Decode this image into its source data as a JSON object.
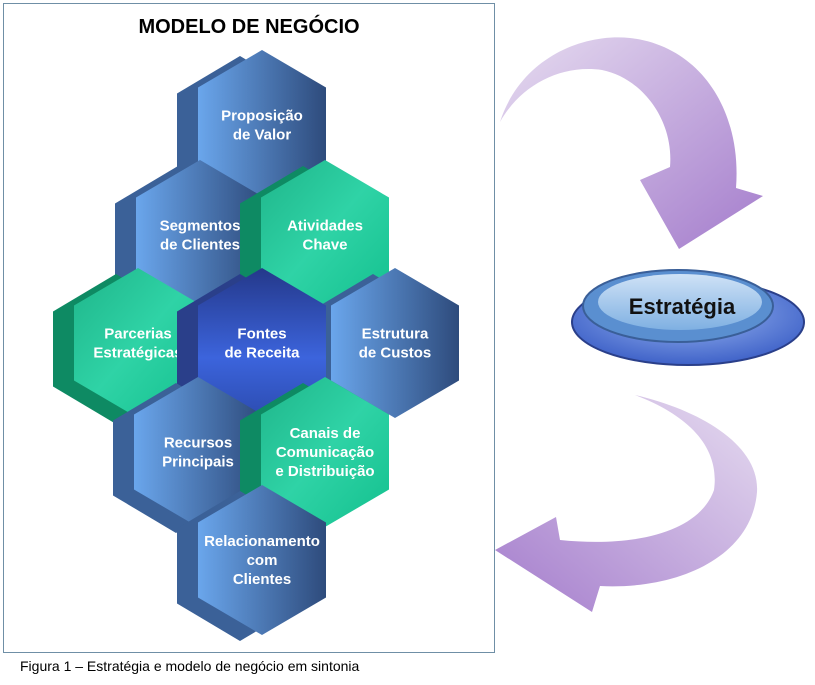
{
  "title": "MODELO  DE NEGÓCIO",
  "caption": "Figura 1 – Estratégia e modelo de negócio em sintonia",
  "strategy_label": "Estratégia",
  "colors": {
    "blue": "#4a7fc8",
    "green": "#22c99a",
    "center": "#3a5fd6",
    "arrow": "#b48fd6"
  },
  "blocks": [
    {
      "lines": [
        "Proposição",
        "de Valor"
      ],
      "color": "blue"
    },
    {
      "lines": [
        "Segmentos",
        "de Clientes"
      ],
      "color": "blue"
    },
    {
      "lines": [
        "Atividades",
        "Chave"
      ],
      "color": "green"
    },
    {
      "lines": [
        "Parcerias",
        "Estratégicas"
      ],
      "color": "green"
    },
    {
      "lines": [
        "Fontes",
        "de Receita"
      ],
      "color": "center"
    },
    {
      "lines": [
        "Estrutura",
        "de Custos"
      ],
      "color": "blue"
    },
    {
      "lines": [
        "Recursos",
        "Principais"
      ],
      "color": "blue"
    },
    {
      "lines": [
        "Canais de",
        "Comunicação",
        "e Distribuição"
      ],
      "color": "green"
    },
    {
      "lines": [
        "Relacionamento",
        "com",
        "Clientes"
      ],
      "color": "blue"
    }
  ]
}
